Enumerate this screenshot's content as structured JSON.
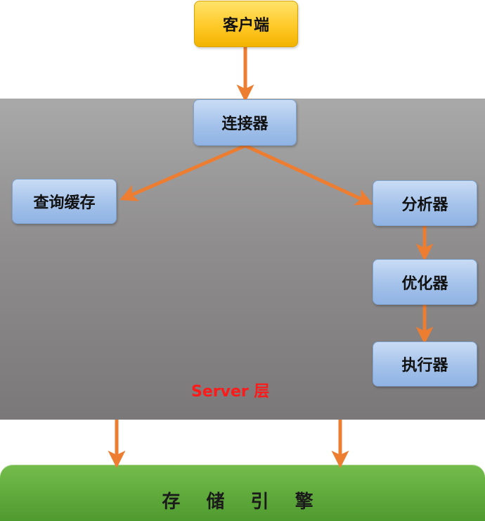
{
  "nodes": {
    "client": "客户端",
    "connector": "连接器",
    "query_cache": "查询缓存",
    "analyzer": "分析器",
    "optimizer": "优化器",
    "executor": "执行器"
  },
  "layers": {
    "server_label": "Server 层",
    "storage_engine": "存 储 引 擎"
  },
  "colors": {
    "arrow": "#ed7d31",
    "server_label": "#ff1a1a",
    "storage_engine": "#5fa83b",
    "node_blue": "#a4c2ea",
    "node_gold": "#ffc928"
  }
}
